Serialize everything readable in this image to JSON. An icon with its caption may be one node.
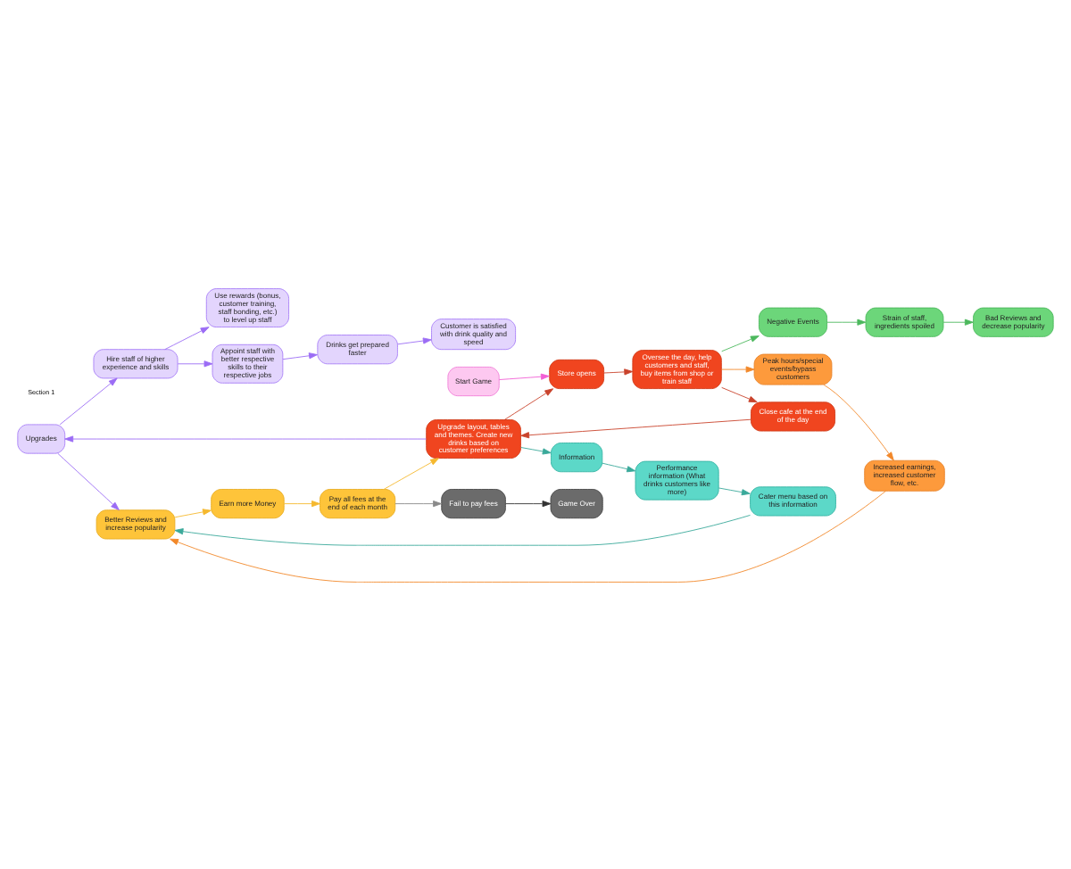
{
  "diagram": {
    "nodes": [
      {
        "text": [
          "Use rewards (bonus, customer training, staff bonding, etc.) to level up staff"
        ]
      },
      {
        "text": [
          "Hire staff of higher experience and skills"
        ]
      },
      {
        "text": [
          "Appoint staff with better respective skills to their respective jobs"
        ]
      },
      {
        "text": [
          "Drinks get prepared faster"
        ]
      },
      {
        "text": [
          "Customer is satisfied with drink quality and speed"
        ]
      },
      {
        "text": [
          "Upgrades"
        ]
      },
      {
        "text": [
          "Information"
        ]
      },
      {
        "text": [
          "Performance information (What drinks customers like more)"
        ]
      },
      {
        "text": [
          "Cater menu based on this information"
        ]
      },
      {
        "text": [
          "Start Game"
        ]
      },
      {
        "text": [
          "Upgrade layout, tables and themes. Create new drinks based on customer preferences"
        ]
      },
      {
        "text": [
          "Store opens"
        ]
      },
      {
        "text": [
          "Bad Reviews and decrease popularity"
        ]
      },
      {
        "text": [
          "Negative Events"
        ]
      },
      {
        "text": [
          "Strain of staff, ingredients spoiled"
        ]
      },
      {
        "text": [
          "Better Reviews and increase popularity"
        ]
      },
      {
        "text": [
          "Close cafe at the end of the day"
        ]
      },
      {
        "text": [
          "Oversee the day, help customers and staff, buy items from shop or train staff"
        ]
      },
      {
        "text": [
          "Peak hours/special events/bypass customers"
        ]
      },
      {
        "text": [
          "Increased earnings, increased customer flow, etc."
        ]
      },
      {
        "text": [
          "Pay all fees at the end of each month"
        ]
      },
      {
        "text": [
          "Earn more Money"
        ]
      },
      {
        "text": [
          "Fail to pay fees"
        ]
      },
      {
        "text": [
          "Game Over"
        ]
      }
    ],
    "edges": [
      {
        "from": 1,
        "to": 0,
        "arrow": "to",
        "color": "#9b6cf5"
      },
      {
        "from": 5,
        "to": 1,
        "arrow": "to",
        "color": "#9b6cf5"
      },
      {
        "from": 1,
        "to": 2,
        "arrow": "to",
        "color": "#9b6cf5"
      },
      {
        "from": 2,
        "to": 3,
        "arrow": "to",
        "color": "#9b6cf5"
      },
      {
        "from": 3,
        "to": 4,
        "arrow": "to",
        "color": "#9b6cf5"
      },
      {
        "from": 10,
        "to": 5,
        "arrow": "to",
        "color": "#9b6cf5"
      },
      {
        "from": 5,
        "to": 15,
        "arrow": "to",
        "color": "#9b6cf5"
      },
      {
        "from": 10,
        "to": 6,
        "arrow": "to",
        "color": "#3aa99a"
      },
      {
        "from": 6,
        "to": 7,
        "arrow": "to",
        "color": "#3aa99a"
      },
      {
        "from": 7,
        "to": 8,
        "arrow": "to",
        "color": "#3aa99a"
      },
      {
        "from": 8,
        "to": 15,
        "arrow": "to",
        "color": "#3aa99a"
      },
      {
        "from": 9,
        "to": 11,
        "arrow": "to",
        "color": "#f25fd5"
      },
      {
        "from": 10,
        "to": 11,
        "arrow": "to",
        "color": "#c9432c"
      },
      {
        "from": 11,
        "to": 17,
        "arrow": "to",
        "color": "#c9432c"
      },
      {
        "from": 17,
        "to": 16,
        "arrow": "to",
        "color": "#c9432c"
      },
      {
        "from": 16,
        "to": 10,
        "arrow": "to",
        "color": "#c9432c"
      },
      {
        "from": 17,
        "to": 13,
        "arrow": "to",
        "color": "#4cb85d"
      },
      {
        "from": 13,
        "to": 14,
        "arrow": "to",
        "color": "#4cb85d"
      },
      {
        "from": 14,
        "to": 12,
        "arrow": "to",
        "color": "#4cb85d"
      },
      {
        "from": 17,
        "to": 18,
        "arrow": "to",
        "color": "#f2882a"
      },
      {
        "from": 18,
        "to": 19,
        "arrow": "to",
        "color": "#f2882a"
      },
      {
        "from": 19,
        "to": 15,
        "arrow": "to",
        "color": "#f2882a"
      },
      {
        "from": 15,
        "to": 21,
        "arrow": "to",
        "color": "#f5b82e"
      },
      {
        "from": 21,
        "to": 20,
        "arrow": "to",
        "color": "#f5b82e"
      },
      {
        "from": 20,
        "to": 10,
        "arrow": "to",
        "color": "#f5b82e"
      },
      {
        "from": 20,
        "to": 22,
        "arrow": "to",
        "color": "#8a8a8a"
      },
      {
        "from": 22,
        "to": 23,
        "arrow": "to",
        "color": "#333333"
      }
    ],
    "labels": [
      "Section 1"
    ]
  }
}
